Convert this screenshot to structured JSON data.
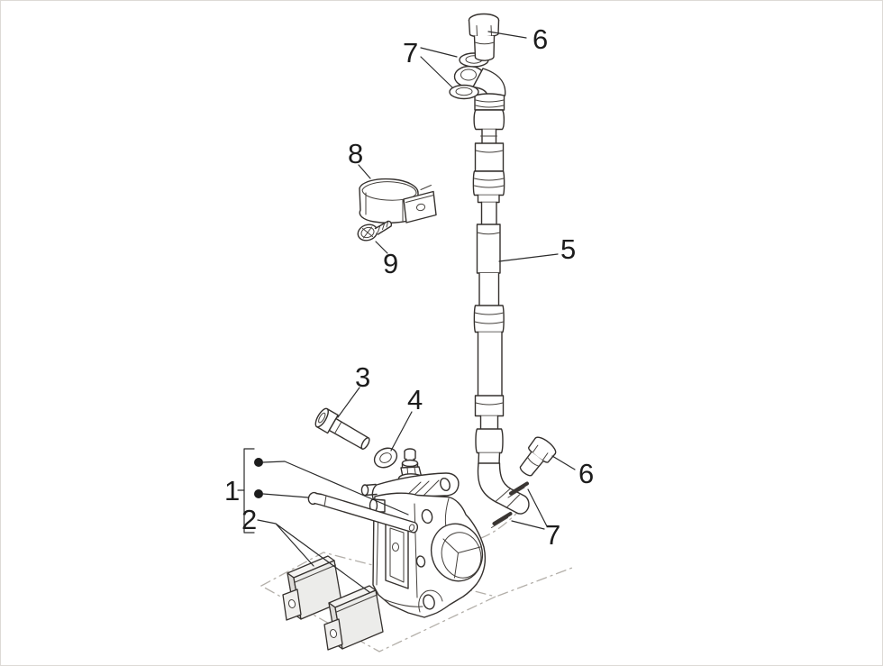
{
  "figure": {
    "type": "exploded-parts-diagram",
    "background": "#ffffff",
    "line_color": "#35312e",
    "construction_line_color": "#b3afa9",
    "pad_fill": "#ececea",
    "pad_side_fill": "#dddbd8",
    "pad_top_fill": "#f5f4f2",
    "label_color": "#1c1c1c"
  },
  "callouts": {
    "c1": "1",
    "c2": "2",
    "c3": "3",
    "c4": "4",
    "c5": "5",
    "c6_top": "6",
    "c6_bottom": "6",
    "c7_top": "7",
    "c7_bottom": "7",
    "c8": "8",
    "c9": "9"
  }
}
